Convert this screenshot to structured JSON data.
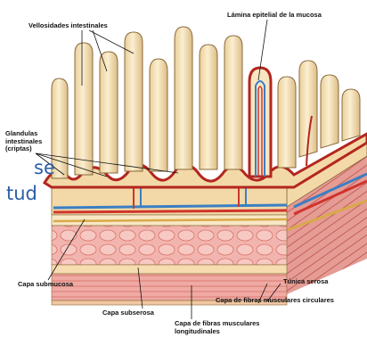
{
  "labels": {
    "villi": "Vellosidades intestinales",
    "epithelium": "Lámina epitelial de la mucosa",
    "glands_line1": "Glandulas",
    "glands_line2": "intestinales",
    "glands_line3": "(criptas)",
    "submucosa": "Capa submucosa",
    "subserosa": "Capa subserosa",
    "longitudinal_line1": "Capa de fibras musculares",
    "longitudinal_line2": "longitudinales",
    "serosa": "Túnica serosa",
    "circular": "Capa de fibras musculares circulares"
  },
  "background_text": {
    "fragment1": "se",
    "fragment2": "tud"
  },
  "colors": {
    "villus_fill": "#f6e3b8",
    "villus_outline": "#8a6a3a",
    "epithelium_red": "#b3261e",
    "muscle_pink": "#f4b5b0",
    "muscle_dark": "#c8524c",
    "vessel_blue": "#3b7fc4",
    "vessel_red": "#d0342c",
    "background_text": "#2a5fa8"
  }
}
